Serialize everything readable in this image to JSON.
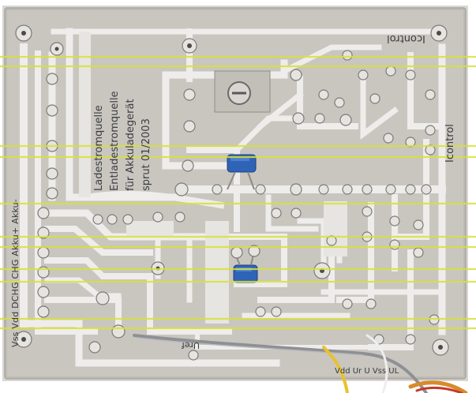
{
  "board": {
    "silkscreen_lines": [
      "Ladestromquelle",
      "Entladestromquelle",
      "für Akkuladegerät",
      "sprut 01/2003"
    ],
    "label_icontrol_top": "Icontrol",
    "label_icontrol_right": "Icontrol",
    "label_left_pins": "Vss Vdd DCHG CHG Akku+ Akku-",
    "label_bottom_pins": "Vdd Ur U Vss UL",
    "label_uref": "Uref"
  },
  "colors": {
    "board": "#c9c6c0",
    "copper_trace": "#efedeb",
    "pad": "#e6e4e0",
    "capacitor": "#2f63b8",
    "scanline": "#d7e23a"
  }
}
